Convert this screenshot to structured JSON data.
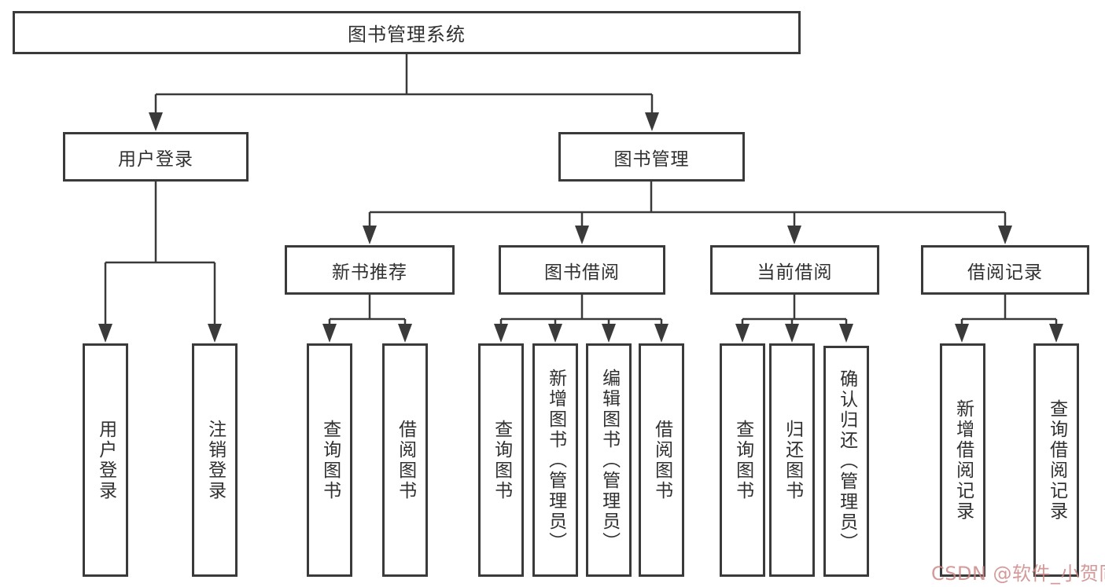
{
  "colors": {
    "line": "#3a3a3a",
    "text": "#303030",
    "background": "#ffffff",
    "watermark": "#cd8787"
  },
  "nodes": {
    "root": "图书管理系统",
    "user_login": "用户登录",
    "book_mgmt": "图书管理",
    "new_books": "新书推荐",
    "book_borrow": "图书借阅",
    "current_borrow": "当前借阅",
    "borrow_records": "借阅记录",
    "leaf_user_login": "用户登录",
    "leaf_logout": "注销登录",
    "leaf_nb_query": "查询图书",
    "leaf_nb_borrow": "借阅图书",
    "leaf_bb_query": "查询图书",
    "leaf_bb_add": "新增图书（管理员）",
    "leaf_bb_edit": "编辑图书（管理员）",
    "leaf_bb_borrow": "借阅图书",
    "leaf_cb_query": "查询图书",
    "leaf_cb_return": "归还图书",
    "leaf_cb_confirm": "确认归还（管理员）",
    "leaf_br_add": "新增借阅记录",
    "leaf_br_query": "查询借阅记录"
  },
  "watermark": {
    "text": "CSDN @软件_小贺同学"
  }
}
